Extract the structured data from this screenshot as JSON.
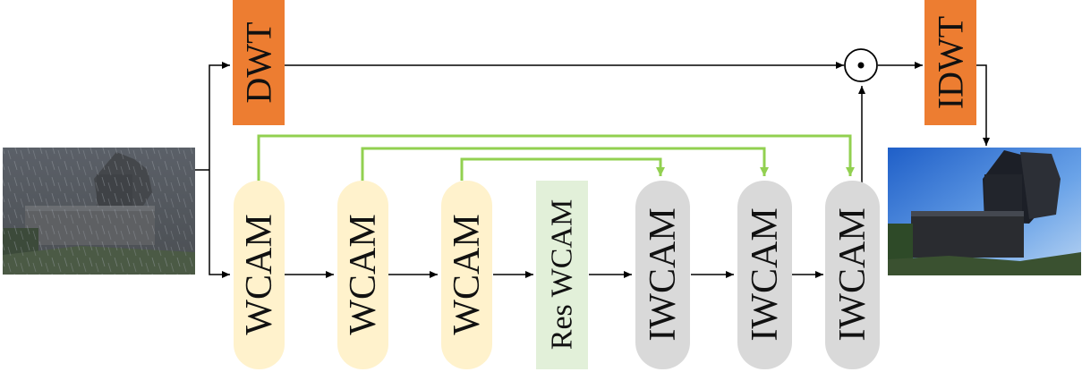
{
  "colors": {
    "dwt_box": "#ed7d31",
    "wcam_block": "#fff2cc",
    "res_block": "#e2f0d9",
    "iwcam_block": "#d9d9d9",
    "skip_connection": "#92d050",
    "arrow": "#000000"
  },
  "blocks": {
    "dwt": "DWT",
    "idwt": "IDWT",
    "wcam_1": "WCAM",
    "wcam_2": "WCAM",
    "wcam_3": "WCAM",
    "res_wcam": "Res WCAM",
    "iwcam_1": "IWCAM",
    "iwcam_2": "IWCAM",
    "iwcam_3": "IWCAM"
  },
  "operator": "⊙",
  "images": {
    "input": "rainy-building-photo",
    "output": "clear-building-photo"
  }
}
